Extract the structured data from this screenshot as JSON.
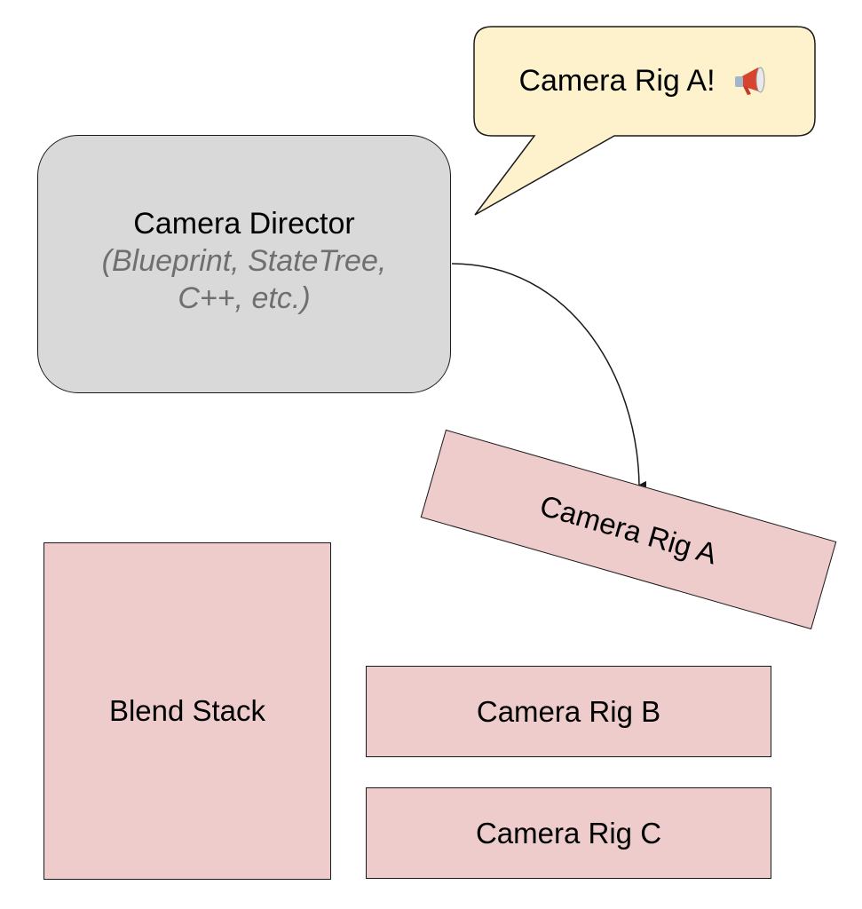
{
  "director": {
    "title": "Camera Director",
    "subtitle": "(Blueprint, StateTree, C++, etc.)"
  },
  "speech_bubble": {
    "text": "Camera Rig A!",
    "icon": "megaphone-icon"
  },
  "rigs": {
    "a": "Camera Rig A",
    "b": "Camera Rig B",
    "c": "Camera Rig C"
  },
  "blend_stack": {
    "label": "Blend Stack"
  },
  "colors": {
    "director_fill": "#d9d9d9",
    "rig_fill": "#efcccc",
    "bubble_fill": "#fdf2cc",
    "subtitle_text": "#6f6f6f",
    "stroke": "#1a1a1a"
  }
}
